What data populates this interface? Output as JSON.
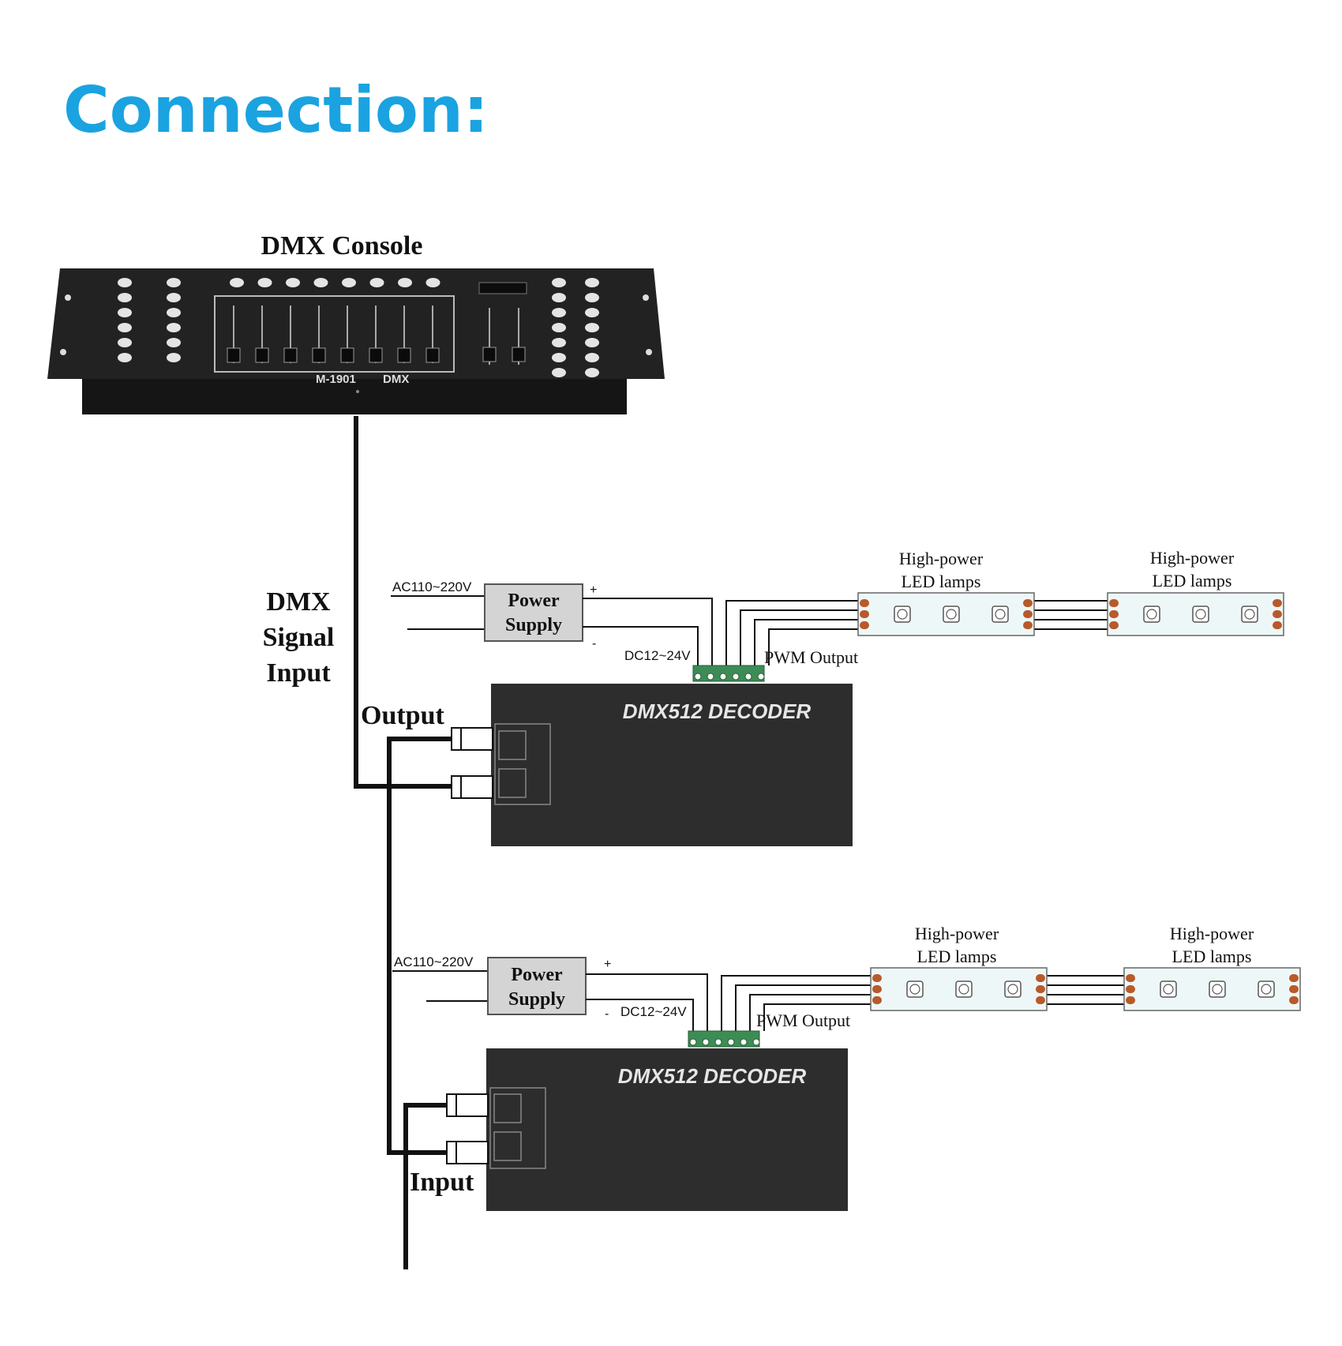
{
  "page": {
    "title": "Connection:",
    "title_color": "#1aa3e0"
  },
  "console": {
    "label": "DMX Console",
    "model": "M-1901",
    "badge": "DMX"
  },
  "labels": {
    "signal_line1": "DMX",
    "signal_line2": "Signal",
    "signal_line3": "Input",
    "output": "Output",
    "input": "Input"
  },
  "units": [
    {
      "ac": "AC110~220V",
      "psu_line1": "Power",
      "psu_line2": "Supply",
      "plus": "+",
      "minus": "-",
      "dc": "DC12~24V",
      "pwm": "PWM Output",
      "decoder": "DMX512 DECODER",
      "lamp1_line1": "High-power",
      "lamp1_line2": "LED lamps",
      "lamp2_line1": "High-power",
      "lamp2_line2": "LED lamps"
    },
    {
      "ac": "AC110~220V",
      "psu_line1": "Power",
      "psu_line2": "Supply",
      "plus": "+",
      "minus": "-",
      "dc": "DC12~24V",
      "pwm": "PWM Output",
      "decoder": "DMX512 DECODER",
      "lamp1_line1": "High-power",
      "lamp1_line2": "LED lamps",
      "lamp2_line1": "High-power",
      "lamp2_line2": "LED lamps"
    }
  ],
  "colors": {
    "device": "#222222",
    "psu": "#d4d4d4",
    "terminal": "#3d8c55",
    "strip": "#eef7f7",
    "led_pad": "#b85a2a"
  }
}
